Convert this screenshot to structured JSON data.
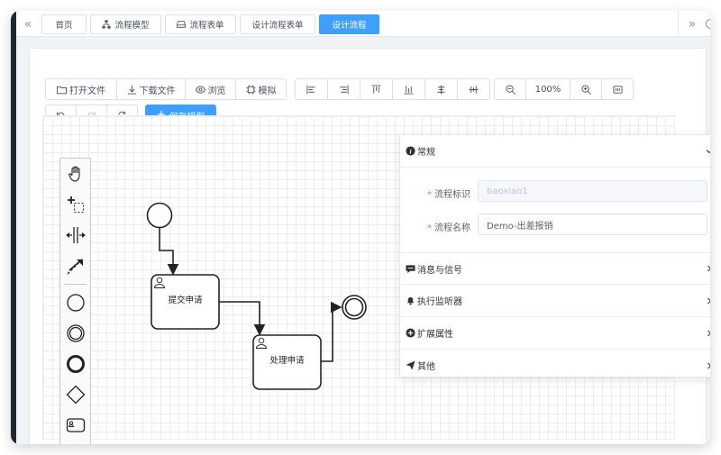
{
  "tabs": [
    {
      "label": "首页",
      "icon": "none",
      "active": false
    },
    {
      "label": "流程模型",
      "icon": "sitemap-icon",
      "active": false
    },
    {
      "label": "流程表单",
      "icon": "drive-icon",
      "active": false
    },
    {
      "label": "设计流程表单",
      "icon": "none",
      "active": false
    },
    {
      "label": "设计流程",
      "icon": "none",
      "active": true
    }
  ],
  "toolbar": {
    "open_file": "打开文件",
    "download_file": "下载文件",
    "browse": "浏览",
    "simulate": "模拟",
    "zoom_level": "100%",
    "save_model": "保存模型"
  },
  "diagram": {
    "task1": "提交申请",
    "task2": "处理申请"
  },
  "panel": {
    "general_title": "常规",
    "process_id_label": "流程标识",
    "process_id_value": "baoxiao1",
    "process_name_label": "流程名称",
    "process_name_value": "Demo-出差报销",
    "sections": [
      "消息与信号",
      "执行监听器",
      "扩展属性",
      "其他"
    ]
  },
  "colors": {
    "primary": "#409eff",
    "required": "#f56c6c"
  }
}
